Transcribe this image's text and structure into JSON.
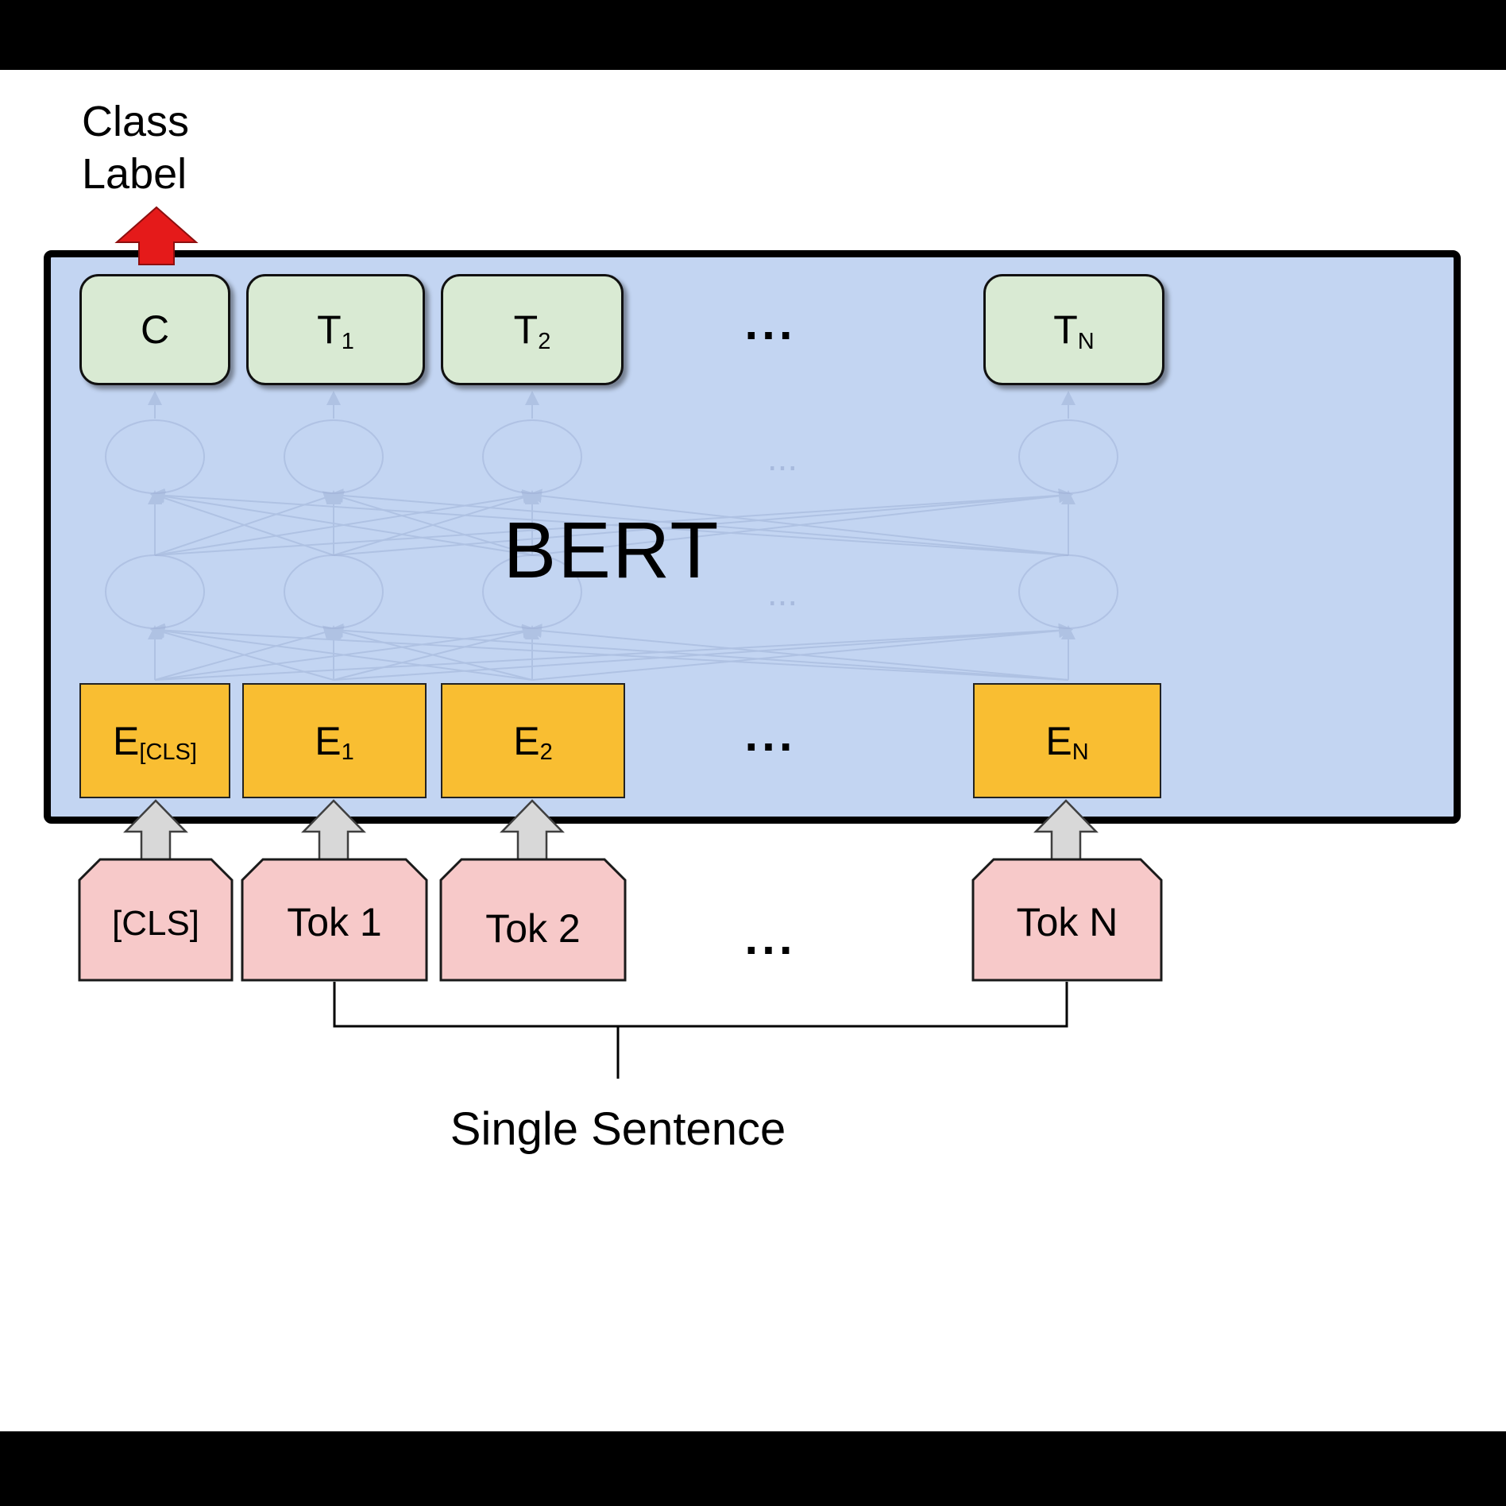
{
  "colors": {
    "bert_box_bg": "#c3d5f2",
    "output_box_bg": "#d9ead3",
    "embedding_box_bg": "#f9be32",
    "token_box_bg": "#f7c9c9",
    "red_arrow": "#e51a1a",
    "gray_arrow": "#d8d8d8",
    "decoration": "#9db0d6"
  },
  "class_label": "Class Label",
  "bert": {
    "title": "BERT"
  },
  "outputs": {
    "c": {
      "base": "C",
      "sub": ""
    },
    "t1": {
      "base": "T",
      "sub": "1"
    },
    "t2": {
      "base": "T",
      "sub": "2"
    },
    "tn": {
      "base": "T",
      "sub": "N"
    },
    "ellipsis": "..."
  },
  "embeddings": {
    "ecls": {
      "base": "E",
      "sub": "[CLS]"
    },
    "e1": {
      "base": "E",
      "sub": "1"
    },
    "e2": {
      "base": "E",
      "sub": "2"
    },
    "en": {
      "base": "E",
      "sub": "N"
    },
    "ellipsis": "..."
  },
  "tokens": {
    "cls": "[CLS]",
    "tok1": "Tok 1",
    "tok2": "Tok 2",
    "tokn": "Tok N",
    "ellipsis": "..."
  },
  "decoration_ellipsis": "...",
  "caption": "Single Sentence"
}
